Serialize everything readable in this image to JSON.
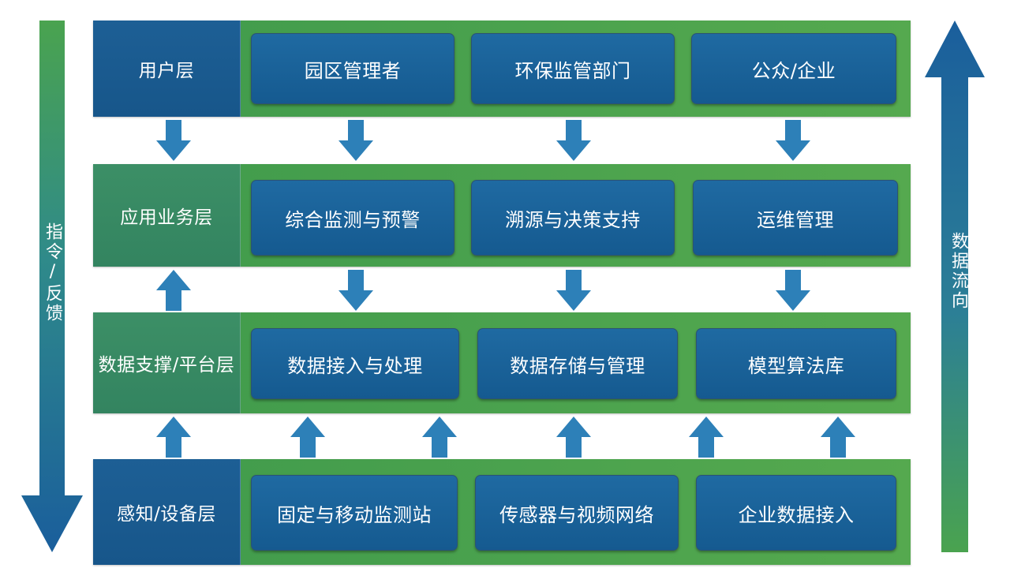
{
  "left_axis_label": "指令/反馈",
  "right_axis_label": "数据流向",
  "layers": [
    {
      "label": "用户层",
      "boxes": [
        "园区管理者",
        "环保监管部门",
        "公众/企业"
      ]
    },
    {
      "label": "应用业务层",
      "boxes": [
        "综合监测与预警",
        "溯源与决策支持",
        "运维管理"
      ]
    },
    {
      "label": "数据支撑/平台层",
      "boxes": [
        "数据接入与处理",
        "数据存储与管理",
        "模型算法库"
      ]
    },
    {
      "label": "感知/设备层",
      "boxes": [
        "固定与移动监测站",
        "传感器与视频网络",
        "企业数据接入"
      ]
    }
  ],
  "colors": {
    "layer_green": "#4da34e",
    "box_blue": "#1a62a0",
    "arrow_blue": "#2d80b8",
    "label_blue": "#1b5c92",
    "label_green": "#36895f"
  }
}
